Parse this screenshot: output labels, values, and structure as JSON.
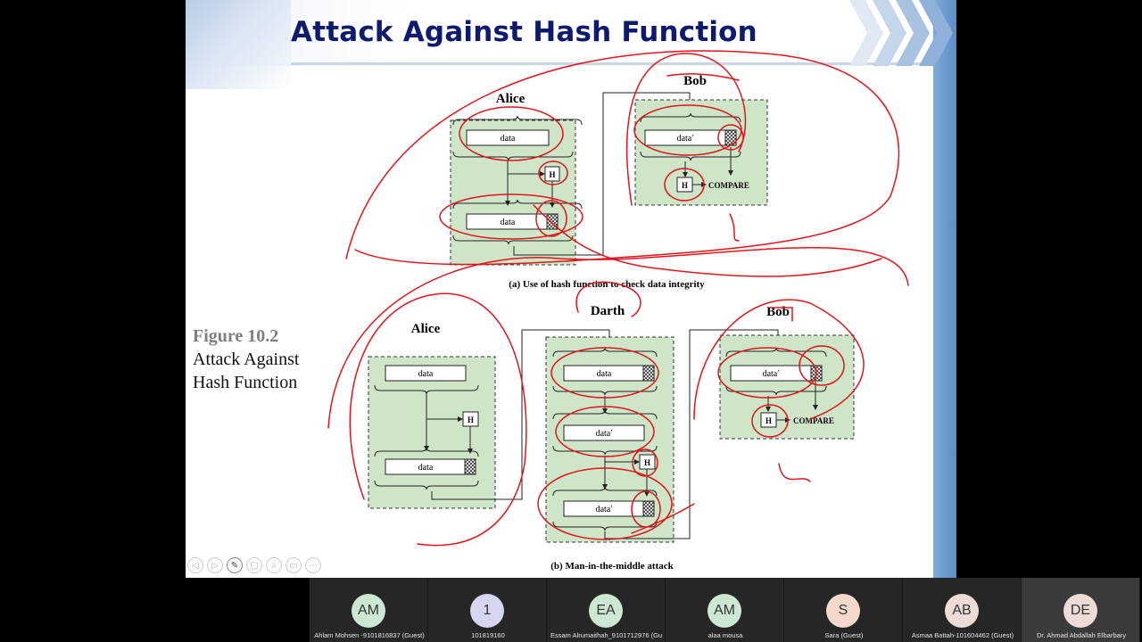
{
  "slide": {
    "title": "Attack Against Hash Function",
    "figure_number": "Figure 10.2",
    "figure_desc_line1": "Attack Against",
    "figure_desc_line2": "Hash Function"
  },
  "diagram_a": {
    "alice_label": "Alice",
    "bob_label": "Bob",
    "data_label": "data",
    "data_prime_label": "data′",
    "h_label": "H",
    "compare_label": "COMPARE",
    "caption": "(a) Use of hash function to check data integrity"
  },
  "diagram_b": {
    "alice_label": "Alice",
    "darth_label": "Darth",
    "bob_label": "Bob",
    "data_label": "data",
    "data_prime_label": "data′",
    "h_label": "H",
    "compare_label": "COMPARE",
    "caption": "(b) Man-in-the-middle attack"
  },
  "participants": [
    {
      "initials": "AM",
      "name": "Ahlam Mohsen -9101816837 (Guest)",
      "color": "#cde8d2"
    },
    {
      "initials": "1",
      "name": "101819160",
      "color": "#d6d6f2"
    },
    {
      "initials": "EA",
      "name": "Essam Alrumaithah_9101712976 (Gu...",
      "color": "#cde8d2"
    },
    {
      "initials": "AM",
      "name": "alaa mousa",
      "color": "#cde8d2"
    },
    {
      "initials": "S",
      "name": "Sara (Guest)",
      "color": "#f4d8cc"
    },
    {
      "initials": "AB",
      "name": "Asmaa  Battah-101604462 (Guest)",
      "color": "#eddcd6"
    },
    {
      "initials": "DE",
      "name": "Dr. Ahmad Abdallah Elbarbary",
      "color": "#ecdcd5"
    }
  ]
}
